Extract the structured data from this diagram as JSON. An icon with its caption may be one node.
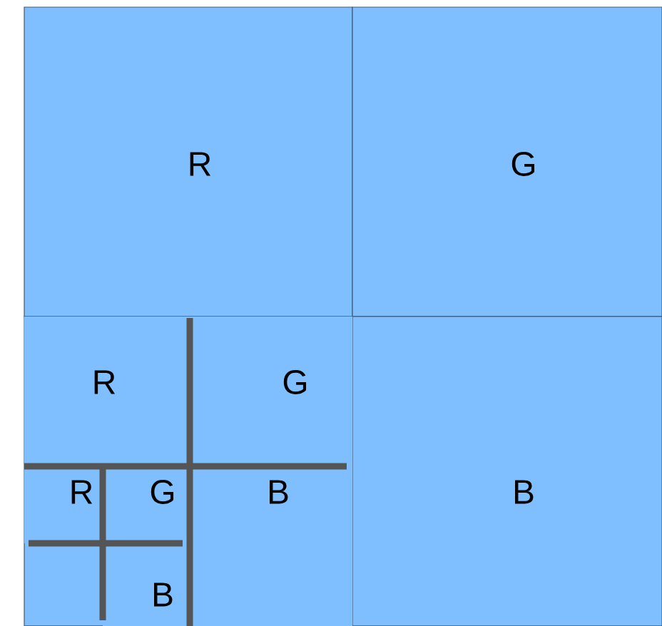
{
  "diagram": {
    "nodes": [
      {
        "text": [
          "R"
        ]
      },
      {
        "text": [
          "G"
        ]
      },
      {
        "text": [
          "B"
        ]
      },
      {
        "text": [
          "R"
        ]
      },
      {
        "text": [
          "G"
        ]
      },
      {
        "text": [
          "B"
        ]
      },
      {
        "text": [
          "R"
        ]
      },
      {
        "text": [
          "G"
        ]
      },
      {
        "text": [
          "B"
        ]
      }
    ]
  }
}
